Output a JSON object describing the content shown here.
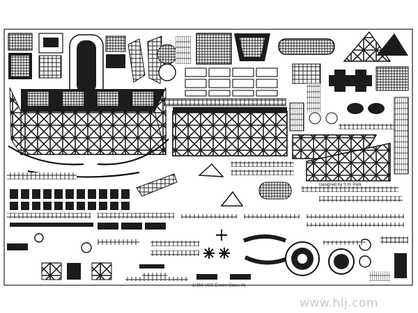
{
  "sheet": {
    "designer_credit": "Designed by S.H. Park",
    "model_title": "1/350 USS Essex Class #1",
    "watermark": "www.hlj.com"
  },
  "colors": {
    "frame_line": "#222222",
    "metal_fill": "#1c1c1c",
    "background": "#ffffff",
    "watermark": "#c9c9c9"
  }
}
